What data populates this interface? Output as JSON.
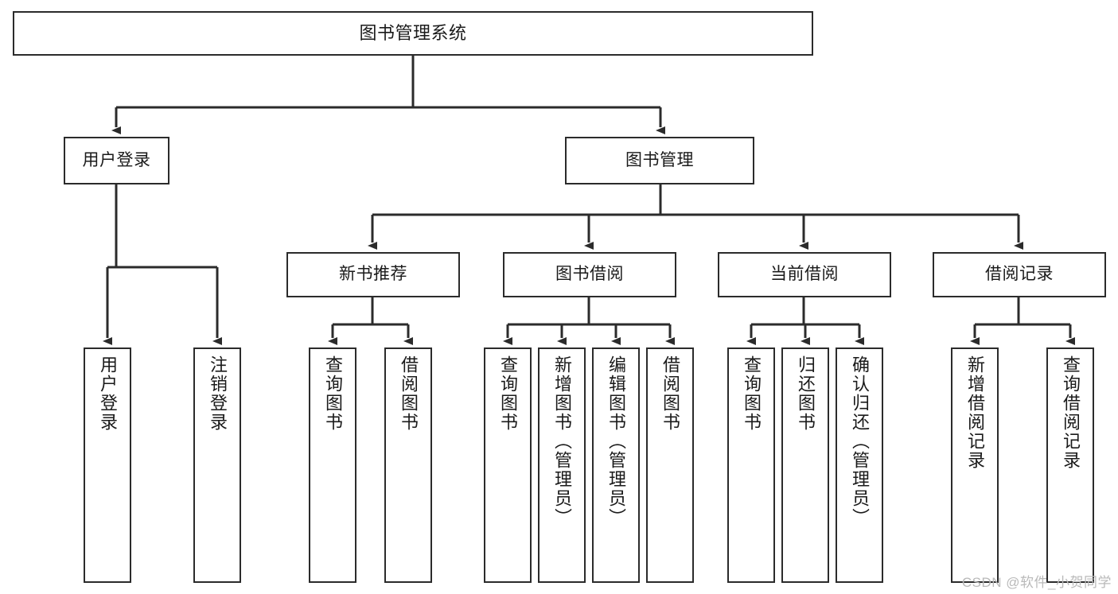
{
  "diagram": {
    "title": "图书管理系统",
    "type": "hierarchy-tree",
    "colors": {
      "background": "#ffffff",
      "node_border": "#2b2b2b",
      "node_fill": "#ffffff",
      "edge": "#2b2b2b",
      "text": "#1a1a1a",
      "watermark": "#b9b9b9"
    },
    "root": {
      "label": "图书管理系统"
    },
    "level1": [
      {
        "label": "用户登录"
      },
      {
        "label": "图书管理"
      }
    ],
    "level2": [
      {
        "label": "新书推荐"
      },
      {
        "label": "图书借阅"
      },
      {
        "label": "当前借阅"
      },
      {
        "label": "借阅记录"
      }
    ],
    "leaves": {
      "user_login": [
        {
          "label": "用户登录"
        },
        {
          "label": "注销登录"
        }
      ],
      "new_book": [
        {
          "label": "查询图书"
        },
        {
          "label": "借阅图书"
        }
      ],
      "book_borrow": [
        {
          "label": "查询图书"
        },
        {
          "label": "新增图书（管理员）"
        },
        {
          "label": "编辑图书（管理员）"
        },
        {
          "label": "借阅图书"
        }
      ],
      "current_borrow": [
        {
          "label": "查询图书"
        },
        {
          "label": "归还图书"
        },
        {
          "label": "确认归还（管理员）"
        }
      ],
      "borrow_record": [
        {
          "label": "新增借阅记录"
        },
        {
          "label": "查询借阅记录"
        }
      ]
    }
  },
  "watermark": {
    "text": "CSDN @软件_小贺同学"
  }
}
